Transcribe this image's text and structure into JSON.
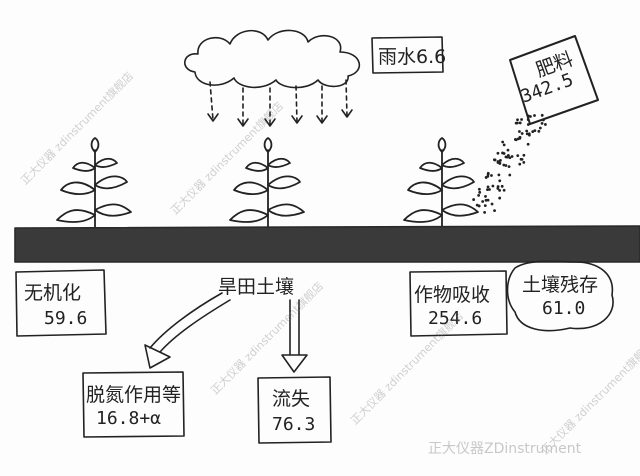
{
  "diagram": {
    "rain": {
      "label": "雨水6.6"
    },
    "fertilizer": {
      "label": "肥料",
      "value": "342.5"
    },
    "soil": {
      "label": "旱田土壤"
    },
    "mineralization": {
      "label": "无机化",
      "value": "59.6"
    },
    "crop_uptake": {
      "label": "作物吸收",
      "value": "254.6"
    },
    "soil_residual": {
      "label": "土壤残存",
      "value": "61.0"
    },
    "denitrification": {
      "label": "脱氮作用等",
      "value": "16.8+α"
    },
    "runoff": {
      "label": "流失",
      "value": "76.3"
    }
  },
  "watermark": {
    "text": "正大仪器 zdinstrument旗舰店",
    "brand": "正大仪器ZDinstrument"
  },
  "colors": {
    "soil": "#3a3a3a",
    "ink": "#222222"
  }
}
